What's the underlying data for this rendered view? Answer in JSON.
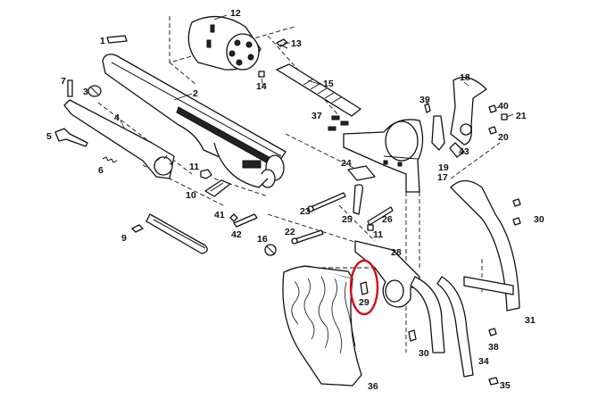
{
  "highlight": {
    "label": "29",
    "color": "#d0101a"
  },
  "labels": {
    "p1": "1",
    "p2": "2",
    "p3": "3",
    "p4": "4",
    "p5": "5",
    "p6": "6",
    "p7": "7",
    "p9": "9",
    "p10": "10",
    "p11a": "11",
    "p11b": "11",
    "p12": "12",
    "p13": "13",
    "p14": "14",
    "p15": "15",
    "p16": "16",
    "p17": "17",
    "p18": "18",
    "p19": "19",
    "p20": "20",
    "p21": "21",
    "p22": "22",
    "p23": "23",
    "p24": "24",
    "p25": "25",
    "p26": "26",
    "p28": "28",
    "p29": "29",
    "p30a": "30",
    "p30b": "30",
    "p31": "31",
    "p34": "34",
    "p35": "35",
    "p36": "36",
    "p37": "37",
    "p38": "38",
    "p39": "39",
    "p40": "40",
    "p41": "41",
    "p42": "42",
    "p43": "43"
  }
}
